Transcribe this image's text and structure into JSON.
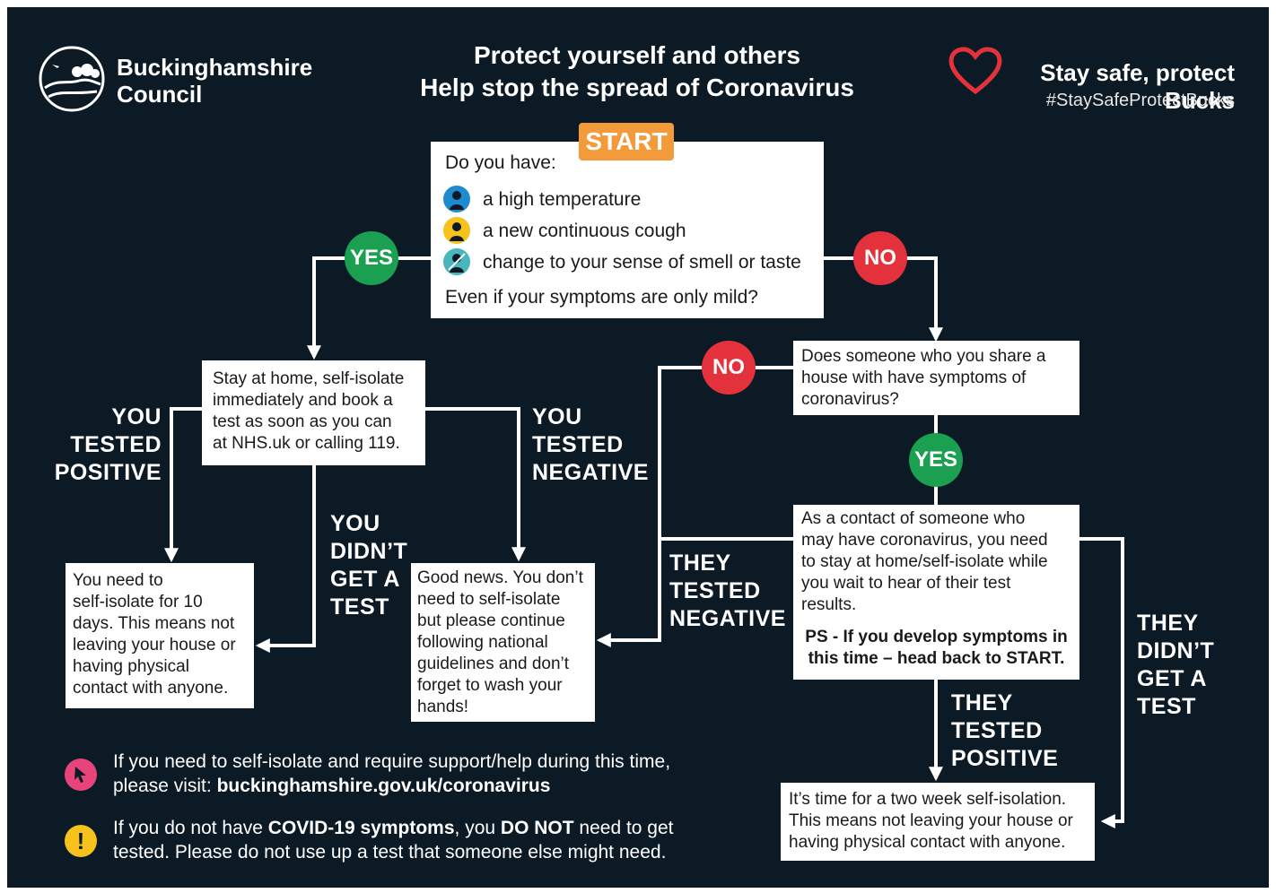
{
  "header": {
    "logo_line1": "Buckinghamshire",
    "logo_line2": "Council",
    "title_line1": "Protect yourself and others",
    "title_line2": "Help stop the spread of Coronavirus",
    "slogan": "Stay safe, protect Bucks",
    "hashtag": "#StaySafeProtectBucks"
  },
  "start": {
    "badge": "START",
    "question": "Do you have:",
    "symptoms": [
      {
        "icon": "thermometer-icon",
        "text": "a high temperature"
      },
      {
        "icon": "cough-icon",
        "text": "a new continuous cough"
      },
      {
        "icon": "smell-taste-icon",
        "text": "change to your sense of smell or taste"
      }
    ],
    "footer": "Even if your symptoms are only mild?"
  },
  "decisions": {
    "yes1": "YES",
    "no1": "NO",
    "no2": "NO",
    "yes2": "YES"
  },
  "boxes": {
    "isolate_book": "Stay at home, self-isolate\nimmediately and book a\ntest as soon as you can\nat NHS.uk or calling 119.",
    "household_question": "Does someone who you share a\nhouse with have symptoms of\ncoronavirus?",
    "self_isolate_10": "You need to\nself-isolate for 10\ndays. This means not\nleaving your house or\nhaving physical\ncontact with anyone.",
    "good_news": "Good news. You don’t\nneed to self-isolate\nbut please continue\nfollowing national\nguidelines and don’t\nforget to wash your\nhands!",
    "contact": "As a contact of someone who\nmay have coronavirus, you need\nto stay at home/self-isolate while\nyou wait to hear of their test\nresults.",
    "contact_ps": "PS - If you develop symptoms in\nthis time – head back to START.",
    "two_week": "It’s time for a two week self-isolation.\nThis means not leaving your house or\nhaving physical contact with anyone."
  },
  "labels": {
    "you_tested_positive": "YOU\nTESTED\nPOSITIVE",
    "you_tested_negative": "YOU\nTESTED\nNEGATIVE",
    "you_didnt_get_test": "YOU\nDIDN’T\nGET A\nTEST",
    "they_tested_negative": "THEY\nTESTED\nNEGATIVE",
    "they_tested_positive": "THEY\nTESTED\nPOSITIVE",
    "they_didnt_get_test": "THEY\nDIDN’T\nGET A\nTEST"
  },
  "notes": {
    "support_line1": "If you need to self-isolate and require support/help during this time,",
    "support_prefix": "please visit: ",
    "support_link": "buckinghamshire.gov.uk/coronavirus",
    "warning_p1": "If you do not have ",
    "warning_b1": "COVID-19 symptoms",
    "warning_p2": ", you ",
    "warning_b2": "DO NOT",
    "warning_p3": " need to get",
    "warning_line2": "tested. Please do not use up a test that someone else might need."
  },
  "colors": {
    "background": "#0c1a26",
    "yes": "#1aa050",
    "no": "#e4323c",
    "start": "#f39a3a",
    "heart": "#e4323c",
    "pointer_icon": "#e8437a",
    "warning_icon": "#f6c21b"
  }
}
